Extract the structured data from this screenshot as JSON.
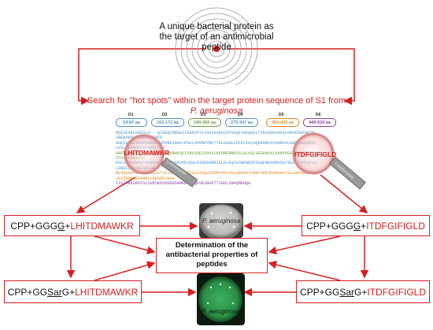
{
  "target_caption": "A unique bacterial protein as the target of an antimicrobial peptide",
  "search_caption_main": "Search for \"hot spots\" within the target protein sequence of S1 from ",
  "search_caption_species": "P. aeruginosa",
  "domains": [
    {
      "id": "D1",
      "range": "19-87 aa",
      "color": "#4a8fc8"
    },
    {
      "id": "D2",
      "range": "101-171 aa",
      "color": "#4a8fc8"
    },
    {
      "id": "D3",
      "range": "190-260 aa",
      "color": "#6b9a3a"
    },
    {
      "id": "D4",
      "range": "275-347 aa",
      "color": "#4a8fc8"
    },
    {
      "id": "D5",
      "range": "362-433 aa",
      "color": "#e0871f"
    },
    {
      "id": "D6",
      "range": "449-520 aa",
      "color": "#8b3fa3"
    }
  ],
  "sequence_lines": [
    "MSESFAELFEESLK---QIGEQIRRGEIIDGDVVTVIAGLKSEGVIPVEQFYNEQGELTIKVGDEVHVALDAVEDGFGETKLSREKAKRAESWIVLEAAFA",
    "ADEVVKGVINGKVKGGFTVDVNGIRAFLPGSLVDVRPVRDTTHLEGKELEFKVIKLDQKRNNVVVSRRSVLEAENSAEREALLESLQEGQQVKGIVKNLTDY",
    "GAFVDLGGVDGLLHITDMAWKRKRHPSEIVNVGDEIDVKVLKFDRERNRVSLGLKQLGEDPWVAIAKRYPEGTKVMARVTNLTDYGCFAEIEEG",
    "EGLVHVSEMDWTNKNIHPSKVVQVGDVVEVQVLDIDEERRRISLGLKQCKSNPWEDFSSQFNKGDRVSGTIKSITDFGIFIGLDGGIDGLVHLSDISW",
    "NEVGEEAVRRFKKGDELETVILSVDPERERISLGIKQLEDDPFSNYASLHEKGSIVRGTVKEVDAKGAVISLGDEVEGILKASEISRDRVEDARNVLKEGEEVEAK",
    "IISIDRKSRVISLSVKSKDVDDEKDAMKELRKQEVESAGPTTIGDLIRAQMENQG"
  ],
  "hotspot_left": "LHITDMAWKR",
  "hotspot_right": "ITDFGIFIGLD",
  "hotspot_left_tag": "Cold/Amyloid",
  "hotspot_right_tag": "Cold/Amyloid",
  "peptides": {
    "top_left": {
      "prefix": "CPP+GGG",
      "underline": "G",
      "suffix": "+",
      "red": "LHITDMAWKR"
    },
    "top_right": {
      "prefix": "CPP+GGG",
      "underline": "G",
      "suffix": "+",
      "red": "ITDFGIFIGLD"
    },
    "bottom_left": {
      "prefix": "CPP+GG",
      "underline": "Sar",
      "suffix": "G+",
      "red": "LHITDMAWKR"
    },
    "bottom_right": {
      "prefix": "CPP+GG",
      "underline": "Sar",
      "suffix": "G+",
      "red": "ITDFGIFIGLD"
    }
  },
  "center_caption": "Determination of the antibacterial properties of peptides",
  "plate_label_top": "P. aeruginosa",
  "plate_label_bottom": "P. aeruginosa",
  "colors": {
    "accent": "#d81e1e"
  }
}
